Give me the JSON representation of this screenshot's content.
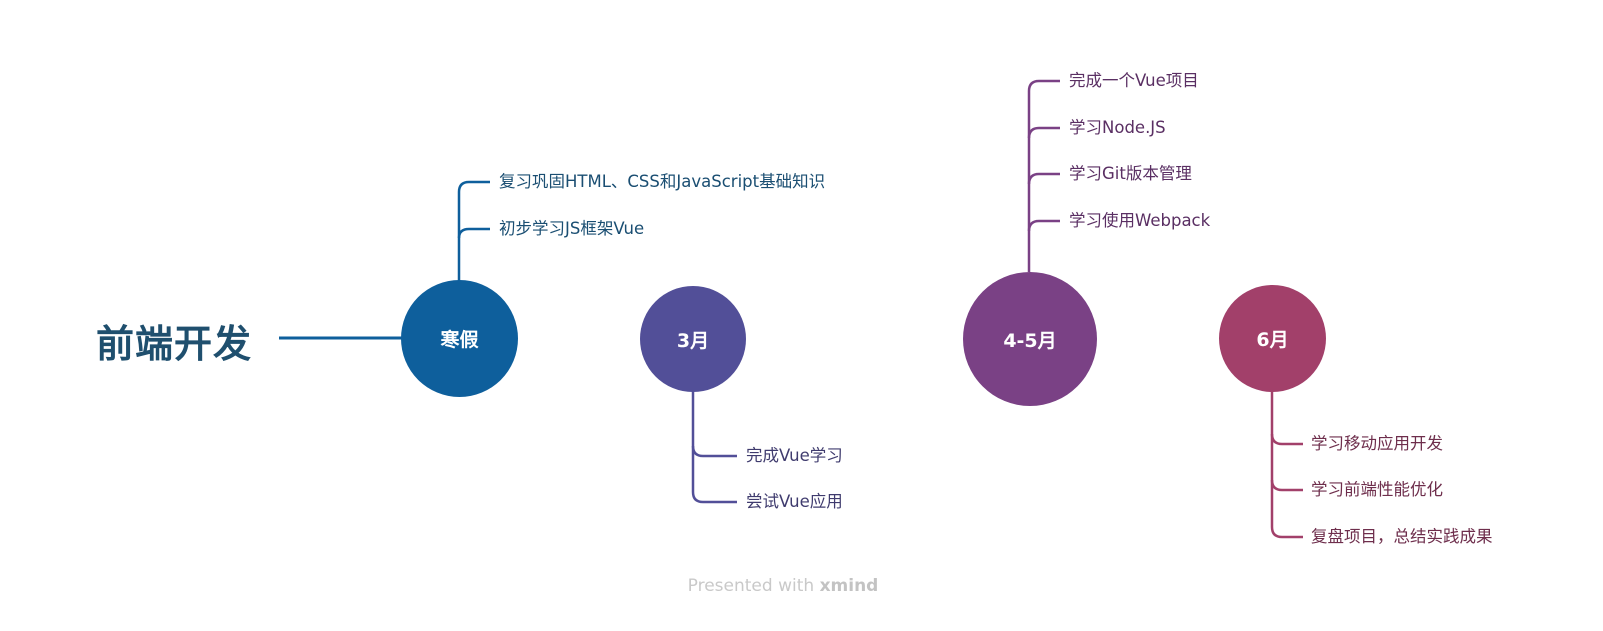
{
  "root": {
    "title": "前端开发"
  },
  "colors": {
    "root": "#1f4f6e",
    "stage1": "#0e5f9c",
    "stage2": "#524f98",
    "stage3": "#7a4185",
    "stage4": "#a2406a"
  },
  "stages": [
    {
      "label": "寒假",
      "color": "#0e5f9c",
      "items": [
        "复习巩固HTML、CSS和JavaScript基础知识",
        "初步学习JS框架Vue"
      ]
    },
    {
      "label": "3月",
      "color": "#524f98",
      "items": [
        "完成Vue学习",
        "尝试Vue应用"
      ]
    },
    {
      "label": "4-5月",
      "color": "#7a4185",
      "items": [
        "完成一个Vue项目",
        "学习Node.JS",
        "学习Git版本管理",
        "学习使用Webpack"
      ]
    },
    {
      "label": "6月",
      "color": "#a2406a",
      "items": [
        "学习移动应用开发",
        "学习前端性能优化",
        "复盘项目，总结实践成果"
      ]
    }
  ],
  "footer": {
    "prefix": "Presented with ",
    "brand": "xmind"
  }
}
